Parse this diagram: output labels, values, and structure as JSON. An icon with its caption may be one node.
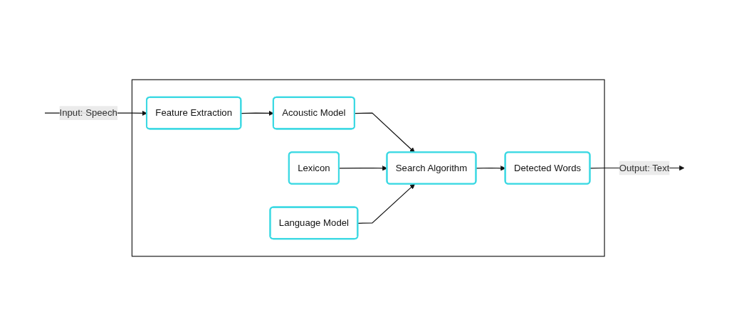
{
  "diagram": {
    "nodes": [
      {
        "text": [],
        "shape": "box"
      },
      {
        "text": [
          "Feature Extraction"
        ],
        "in": 0
      },
      {
        "text": [
          "Acoustic Model"
        ],
        "in": 0
      },
      {
        "text": [
          "Lexicon"
        ],
        "in": 0
      },
      {
        "text": [
          "Language Model"
        ],
        "in": 0
      },
      {
        "text": [
          "Search Algorithm"
        ],
        "in": 0
      },
      {
        "text": [
          "Detected Words"
        ],
        "in": 0
      }
    ],
    "edges": [
      {
        "from": null,
        "to": 1,
        "arrow": "to",
        "label": "Input: Speech"
      },
      {
        "from": 1,
        "to": 2,
        "arrow": "to"
      },
      {
        "from": 2,
        "to": 5,
        "arrow": "to"
      },
      {
        "from": 3,
        "to": 5,
        "arrow": "to"
      },
      {
        "from": 4,
        "to": 5,
        "arrow": "to"
      },
      {
        "from": 5,
        "to": 6,
        "arrow": "to"
      },
      {
        "from": 6,
        "to": null,
        "arrow": "to",
        "label": "Output: Text"
      }
    ]
  }
}
